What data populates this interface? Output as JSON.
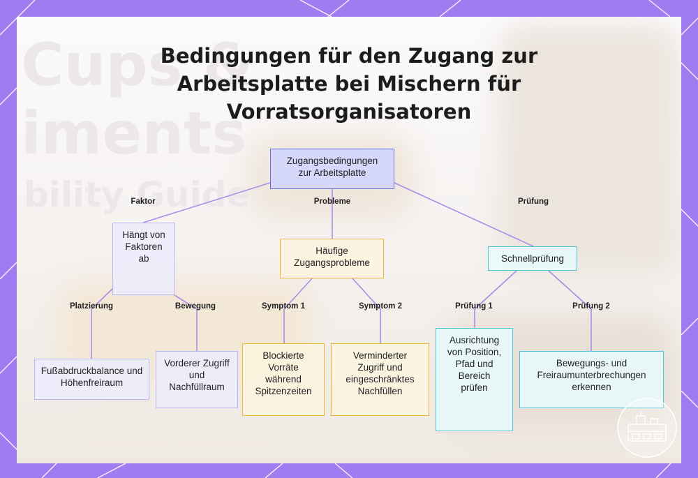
{
  "title": "Bedingungen für den Zugang zur Arbeitsplatte bei Mischern für Vorratsorganisatoren",
  "background_text": [
    "Cups &",
    "iments",
    "bility Guide"
  ],
  "colors": {
    "frame": "#a07cf0",
    "root_fill": "#d6d8fb",
    "root_border": "#6b72d6",
    "purple_fill": "#ececfd",
    "orange_border": "#f2b33a",
    "cyan_border": "#55c3d8",
    "connector": "#a98ce6"
  },
  "nodes": {
    "root": "Zugangsbedingungen zur Arbeitsplatte",
    "factor": "Hängt von Faktoren ab",
    "problems": "Häufige Zugangsprobleme",
    "check": "Schnellprüfung",
    "footprint": "Fußabdruckbalance und Höhenfreiraum",
    "front": "Vorderer Zugriff und Nachfüllraum",
    "blocked": "Blockierte Vorräte während Spitzenzeiten",
    "reduced": "Verminderter Zugriff und eingeschränktes Nachfüllen",
    "align": "Ausrichtung von Position, Pfad und Bereich prüfen",
    "detect": "Bewegungs- und Freiraumunterbrechungen erkennen"
  },
  "edge_labels": {
    "faktor": "Faktor",
    "probleme": "Probleme",
    "pruefung": "Prüfung",
    "platzierung": "Platzierung",
    "bewegung": "Bewegung",
    "symptom1": "Symptom 1",
    "symptom2": "Symptom 2",
    "pruefung1": "Prüfung 1",
    "pruefung2": "Prüfung 2"
  },
  "logo_icon": "kitchen-counter-logo-icon"
}
